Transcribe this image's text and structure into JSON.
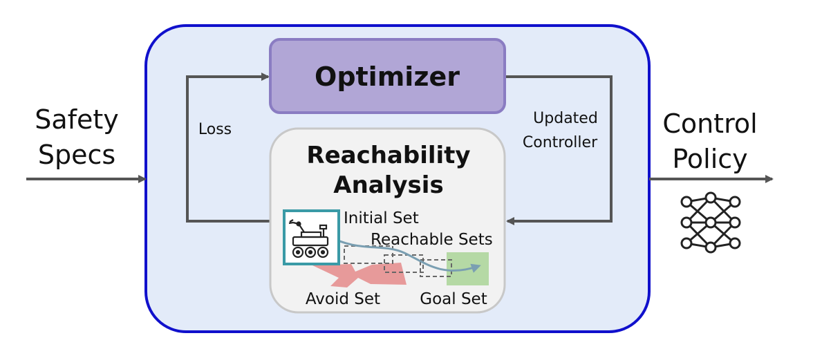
{
  "diagram": {
    "input_label_line1": "Safety",
    "input_label_line2": "Specs",
    "output_label_line1": "Control",
    "output_label_line2": "Policy",
    "optimizer_label": "Optimizer",
    "loss_label": "Loss",
    "updated_controller_line1": "Updated",
    "updated_controller_line2": "Controller",
    "reachability_line1": "Reachability",
    "reachability_line2": "Analysis",
    "initial_set_label": "Initial Set",
    "reachable_sets_label": "Reachable Sets",
    "avoid_set_label": "Avoid Set",
    "goal_set_label": "Goal Set",
    "icons": [
      "robot-rover-icon",
      "neural-network-icon"
    ],
    "colors": {
      "outer_border": "#1010cc",
      "outer_fill": "#e3ebf9",
      "optimizer_fill": "#b1a6d6",
      "optimizer_border": "#8a7cc2",
      "reachability_fill": "#f2f2f2",
      "reachability_border": "#c8c8c8",
      "initial_set_border": "#3a9aa6",
      "avoid_set": "#e79a9a",
      "goal_set": "#b5d9a5",
      "trajectory": "#7a9fb2",
      "arrow": "#555555"
    }
  }
}
